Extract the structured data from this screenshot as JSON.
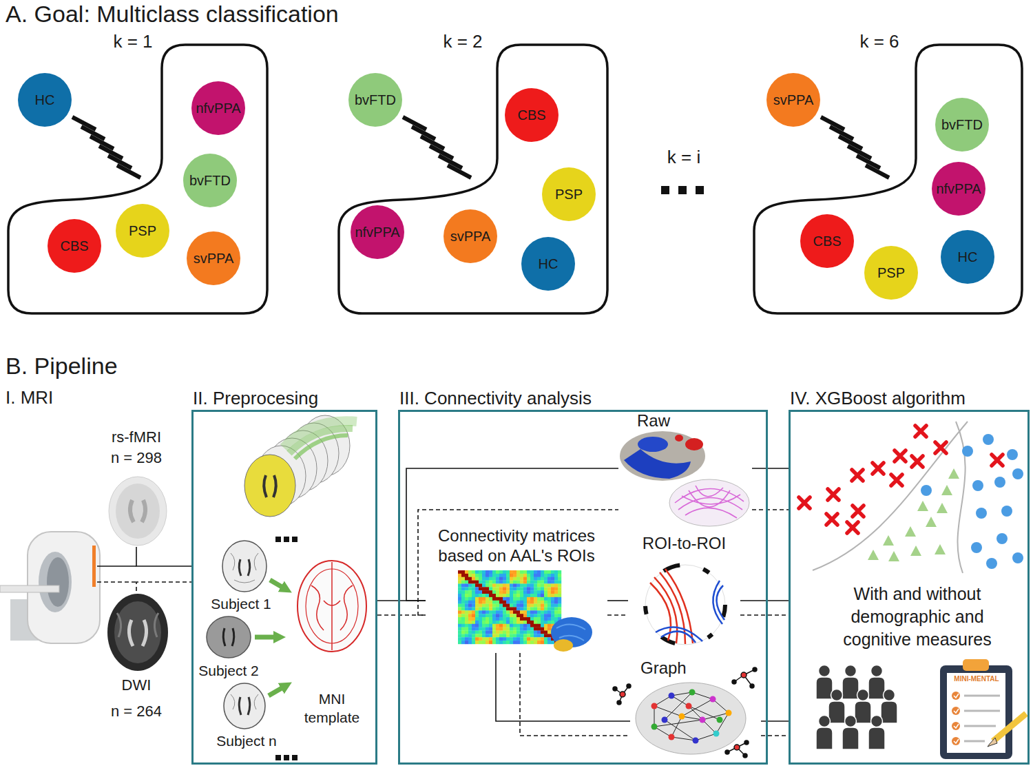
{
  "diagram": {
    "nodes": [
      {
        "text": [
          "HC"
        ]
      },
      {
        "text": [
          "k = 1"
        ]
      },
      {
        "text": [
          "nfvPPA"
        ],
        "in": 1
      },
      {
        "text": [
          "bvFTD"
        ],
        "in": 1
      },
      {
        "text": [
          "CBS"
        ],
        "in": 1
      },
      {
        "text": [
          "PSP"
        ],
        "in": 1
      },
      {
        "text": [
          "svPPA"
        ],
        "in": 1
      },
      {
        "text": [
          "bvFTD"
        ]
      },
      {
        "text": [
          "k = 2"
        ]
      },
      {
        "text": [
          "CBS"
        ],
        "in": 8
      },
      {
        "text": [
          "PSP"
        ],
        "in": 8
      },
      {
        "text": [
          "nfvPPA"
        ],
        "in": 8
      },
      {
        "text": [
          "svPPA"
        ],
        "in": 8
      },
      {
        "text": [
          "HC"
        ],
        "in": 8
      },
      {
        "text": [
          "svPPA"
        ]
      },
      {
        "text": [
          "k = 6"
        ]
      },
      {
        "text": [
          "bvFTD"
        ],
        "in": 15
      },
      {
        "text": [
          "nfvPPA"
        ],
        "in": 15
      },
      {
        "text": [
          "CBS"
        ],
        "in": 15
      },
      {
        "text": [
          "PSP"
        ],
        "in": 15
      },
      {
        "text": [
          "HC"
        ],
        "in": 15
      },
      {
        "text": [
          "rs-fMRI",
          "n = 298"
        ]
      },
      {
        "text": [
          "DWI",
          "n = 264"
        ]
      },
      {
        "text": [
          "II. Preprocesing"
        ]
      },
      {
        "text": [
          "III. Connectivity analysis"
        ]
      },
      {
        "text": [
          "Connectivity matrices based on AAL's ROIs"
        ],
        "in": 24
      },
      {
        "text": [
          "Raw"
        ],
        "in": 24
      },
      {
        "text": [
          "ROI-to-ROI"
        ],
        "in": 24
      },
      {
        "text": [
          "Graph"
        ],
        "in": 24
      },
      {
        "text": [
          "IV. XGBoost algorithm",
          "With and without demographic and cognitive measures"
        ]
      }
    ],
    "edges": [
      {
        "from": 21,
        "to": 23,
        "arrow": "none"
      },
      {
        "from": 22,
        "to": 23,
        "arrow": "none"
      },
      {
        "from": 23,
        "to": 25,
        "arrow": "none"
      },
      {
        "from": 23,
        "to": 25,
        "arrow": "none"
      },
      {
        "from": 25,
        "to": 26,
        "arrow": "none"
      },
      {
        "from": 25,
        "to": 26,
        "arrow": "none"
      },
      {
        "from": 25,
        "to": 27,
        "arrow": "none"
      },
      {
        "from": 25,
        "to": 27,
        "arrow": "none"
      },
      {
        "from": 25,
        "to": 28,
        "arrow": "none"
      },
      {
        "from": 25,
        "to": 28,
        "arrow": "none"
      },
      {
        "from": 26,
        "to": 29,
        "arrow": "none"
      },
      {
        "from": 26,
        "to": 29,
        "arrow": "none"
      },
      {
        "from": 27,
        "to": 29,
        "arrow": "none"
      },
      {
        "from": 27,
        "to": 29,
        "arrow": "none"
      },
      {
        "from": 28,
        "to": 29,
        "arrow": "none"
      },
      {
        "from": 28,
        "to": 29,
        "arrow": "none"
      }
    ],
    "labels": [
      "A. Goal: Multiclass classification",
      "k = i",
      "B. Pipeline",
      "I. MRI",
      "Subject 1",
      "Subject 2",
      "Subject n",
      "MNI template",
      "MINI-MENTAL"
    ]
  }
}
